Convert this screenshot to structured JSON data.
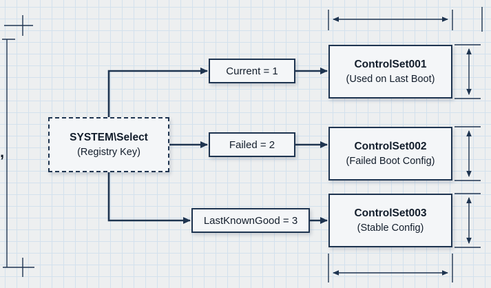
{
  "diagram": {
    "source_node": {
      "title": "SYSTEM\\Select",
      "subtitle": "(Registry Key)"
    },
    "value_nodes": [
      {
        "label": "Current = 1"
      },
      {
        "label": "Failed = 2"
      },
      {
        "label": "LastKnownGood = 3"
      }
    ],
    "controlset_nodes": [
      {
        "title": "ControlSet001",
        "subtitle": "(Used on Last Boot)"
      },
      {
        "title": "ControlSet002",
        "subtitle": "(Failed Boot Config)"
      },
      {
        "title": "ControlSet003",
        "subtitle": "(Stable Config)"
      }
    ],
    "stray_mark": ",",
    "colors": {
      "line": "#1e3450",
      "text": "#121d2b",
      "bg": "#edeff0",
      "grid": "#d3e1ed",
      "box_fill": "#f4f6f8"
    }
  }
}
